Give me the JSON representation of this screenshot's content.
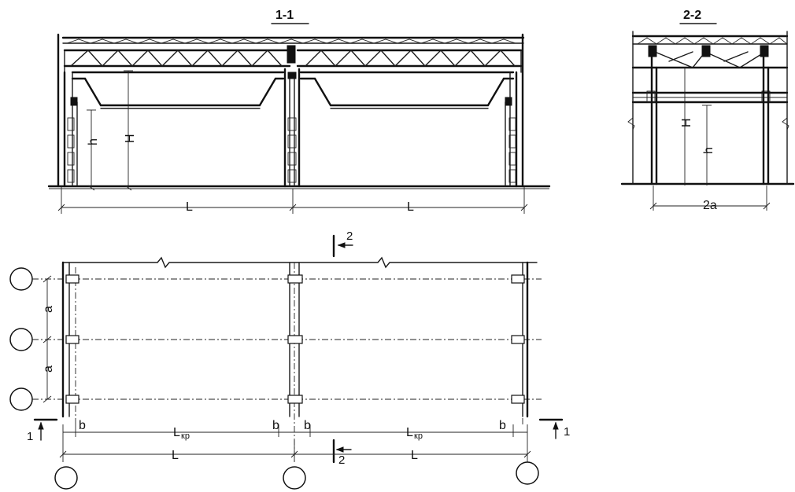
{
  "drawing": {
    "section_1_title": "1-1",
    "section_2_title": "2-2",
    "labels": {
      "span": "L",
      "crane_span_base": "L",
      "crane_span_sub": "кр",
      "column_step": "a",
      "double_step": "2a",
      "total_height": "H",
      "crane_rail_height": "h",
      "offset": "b",
      "cut_1": "1",
      "cut_2": "2"
    }
  }
}
